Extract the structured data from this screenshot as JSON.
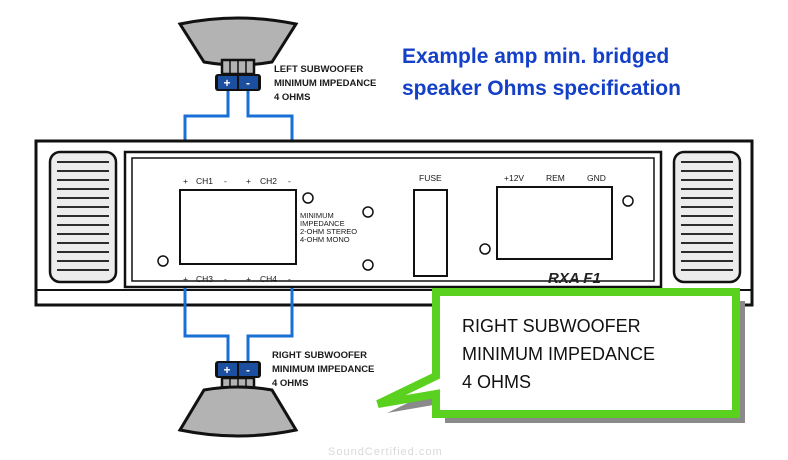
{
  "title": {
    "line1": "Example amp min. bridged",
    "line2": "speaker Ohms specification"
  },
  "left_sub": {
    "line1": "LEFT SUBWOOFER",
    "line2": "MINIMUM IMPEDANCE",
    "line3": "4 OHMS"
  },
  "right_sub": {
    "line1": "RIGHT SUBWOOFER",
    "line2": "MINIMUM IMPEDANCE",
    "line3": "4 OHMS"
  },
  "callout": {
    "line1": "RIGHT SUBWOOFER",
    "line2": "MINIMUM IMPEDANCE",
    "line3": "4 OHMS"
  },
  "terminals": {
    "plus": "+",
    "minus": "-"
  },
  "channels": {
    "top": [
      "CH1",
      "CH2"
    ],
    "bottom": [
      "CH3",
      "CH4"
    ]
  },
  "panel_spec": {
    "line1": "MINIMUM",
    "line2": "IMPEDANCE",
    "line3": "2-OHM STEREO",
    "line4": "4-OHM MONO"
  },
  "fuse_label": "FUSE",
  "power_labels": [
    "+12V",
    "REM",
    "GND"
  ],
  "brand": "RXA F1",
  "watermark": "SoundCertified.com",
  "colors": {
    "title": "#1340c7",
    "wire": "#1a6fd6",
    "callout_border": "#5ad11e",
    "terminal": "#1d4fa0"
  }
}
